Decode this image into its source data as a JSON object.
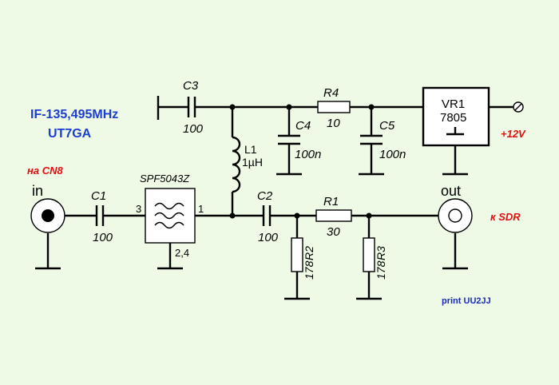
{
  "title_line1": "IF-135,495MHz",
  "title_line2": "UT7GA",
  "input_note": "на CN8",
  "output_note": "к SDR",
  "supply_note": "+12V",
  "credit": "print UU2JJ",
  "ports": {
    "in": "in",
    "out": "out"
  },
  "parts": {
    "c1": {
      "ref": "C1",
      "value": "100"
    },
    "c2": {
      "ref": "C2",
      "value": "100"
    },
    "c3": {
      "ref": "C3",
      "value": "100"
    },
    "c4": {
      "ref": "C4",
      "value": "100n"
    },
    "c5": {
      "ref": "C5",
      "value": "100n"
    },
    "l1": {
      "ref": "L1",
      "value": "1µH"
    },
    "r1": {
      "ref": "R1",
      "value": "30"
    },
    "r2": {
      "ref": "R2",
      "value": "178"
    },
    "r3": {
      "ref": "R3",
      "value": "178"
    },
    "r4": {
      "ref": "R4",
      "value": "10"
    },
    "vr1": {
      "ref": "VR1",
      "value": "7805"
    },
    "filter": {
      "ref": "SPF5043Z",
      "pin_in": "3",
      "pin_out": "1",
      "pin_gnd": "2,4"
    }
  },
  "colors": {
    "background": "#eef9e6",
    "title": "#1a3fcf",
    "note": "#e01010",
    "credit": "#1a2bb8"
  }
}
